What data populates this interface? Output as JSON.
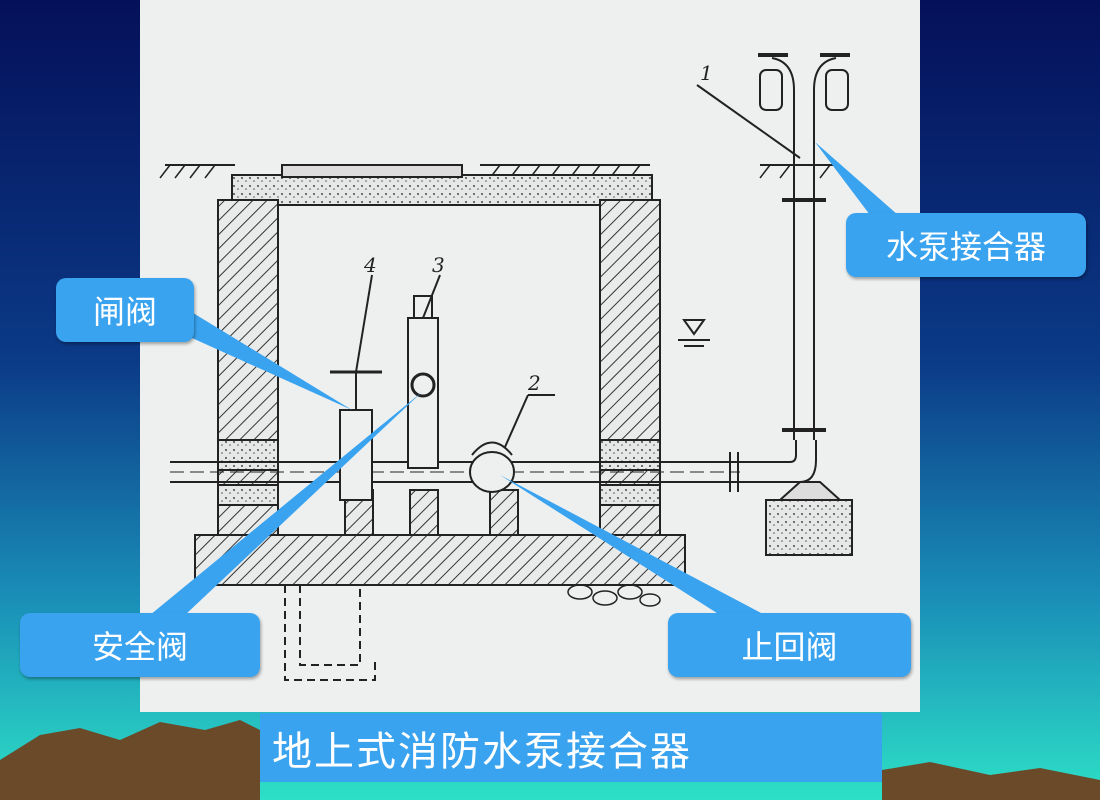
{
  "title": "地上式消防水泵接合器",
  "callouts": {
    "pump_connector": "水泵接合器",
    "gate_valve": "闸阀",
    "safety_valve": "安全阀",
    "check_valve": "止回阀"
  },
  "part_numbers": {
    "n1": "1",
    "n2": "2",
    "n3": "3",
    "n4": "4"
  },
  "colors": {
    "accent": "#3aa3ef",
    "background_top": "#0a1560",
    "background_bottom": "#20d8c8",
    "drawing_paper": "#eef0f0"
  }
}
